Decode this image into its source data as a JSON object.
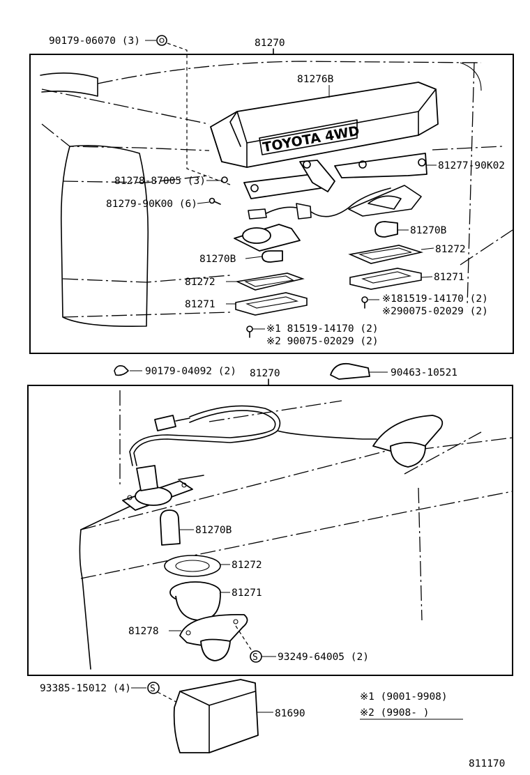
{
  "top_section": {
    "assembly_label": "81270",
    "labels": {
      "nut_top": "90179-06070 (3)",
      "cover": "81276B",
      "bracket_right": "81277-90K02",
      "clip": "81278-87005 (3)",
      "screw": "81279-90K00 (6)",
      "bulb_right": "81270B",
      "bulb_left": "81270B",
      "gasket_right": "81272",
      "lens_right": "81271",
      "gasket_left": "81272",
      "lens_left": "81271",
      "screw_right_1": "※181519-14170 (2)",
      "screw_right_2": "※290075-02029 (2)",
      "screw_left_1": "※1 81519-14170 (2)",
      "screw_left_2": "※2 90075-02029 (2)"
    },
    "emblem_text": "TOYOTA 4WD"
  },
  "bottom_section": {
    "assembly_label": "81270",
    "labels": {
      "grommet": "90179-04092 (2)",
      "clamp": "90463-10521",
      "bulb": "81270B",
      "gasket": "81272",
      "lens": "81271",
      "housing": "81278",
      "screw": "93249-64005 (2)",
      "screw_symbol": "S"
    }
  },
  "bottom_parts": {
    "lamp_screw": "93385-15012 (4)",
    "lamp_screw_symbol": "S",
    "lamp": "81690"
  },
  "notes": {
    "note1": "※1 (9001-9908)",
    "note2": "※2 (9908-      )"
  },
  "figure_number": "811170"
}
